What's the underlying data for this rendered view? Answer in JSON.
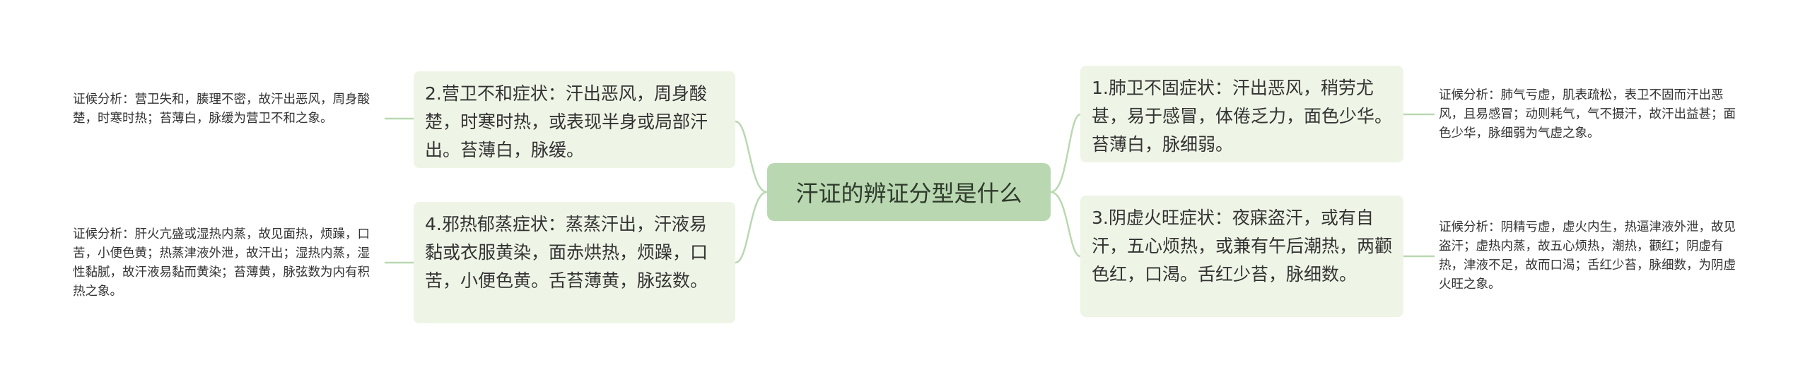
{
  "root": {
    "title": "汗证的辨证分型是什么"
  },
  "branches": [
    {
      "symptom": "1.肺卫不固症状：汗出恶风，稍劳尤甚，易于感冒，体倦乏力，面色少华。苔薄白，脉细弱。",
      "analysis": "证候分析：肺气亏虚，肌表疏松，表卫不固而汗出恶风，且易感冒；动则耗气，气不摄汗，故汗出益甚；面色少华，脉细弱为气虚之象。"
    },
    {
      "symptom": "2.营卫不和症状：汗出恶风，周身酸楚，时寒时热，或表现半身或局部汗出。苔薄白，脉缓。",
      "analysis": "证候分析：营卫失和，腠理不密，故汗出恶风，周身酸楚，时寒时热；苔薄白，脉缓为营卫不和之象。"
    },
    {
      "symptom": "3.阴虚火旺症状：夜寐盗汗，或有自汗，五心烦热，或兼有午后潮热，两颧色红，口渴。舌红少苔，脉细数。",
      "analysis": "证候分析：阴精亏虚，虚火内生，热逼津液外泄，故见盗汗；虚热内蒸，故五心烦热，潮热，颧红；阴虚有热，津液不足，故而口渴；舌红少苔，脉细数，为阴虚火旺之象。"
    },
    {
      "symptom": "4.邪热郁蒸症状：蒸蒸汗出，汗液易黏或衣服黄染，面赤烘热，烦躁，口苦，小便色黄。舌苔薄黄，脉弦数。",
      "analysis": "证候分析：肝火亢盛或湿热内蒸，故见面热，烦躁，口苦，小便色黄；热蒸津液外泄，故汗出；湿热内蒸，湿性黏腻，故汗液易黏而黄染；苔薄黄，脉弦数为内有积热之象。"
    }
  ],
  "colors": {
    "line": "#b9d8b1",
    "root_bg": "#b9d8b1",
    "branch_bg": "#eef5e6"
  }
}
